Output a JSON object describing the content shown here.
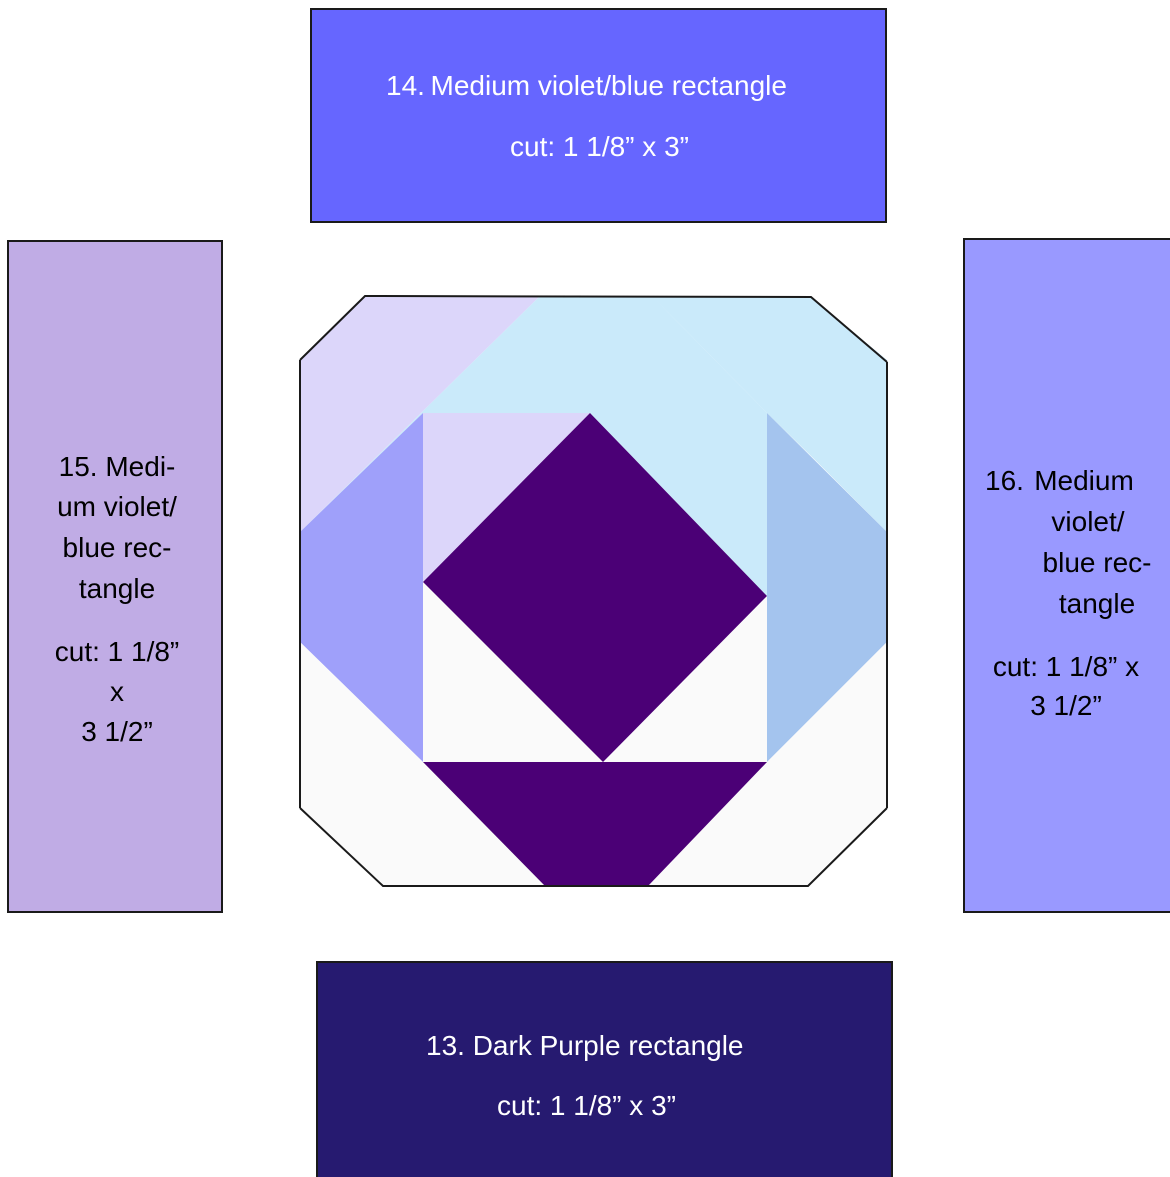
{
  "pieces": {
    "top": {
      "title": "14. Medium violet/blue rectangle",
      "cut": "cut: 1 1/8” x 3”",
      "color": "#6666FF"
    },
    "left": {
      "title_lines": [
        "15. Medi-",
        "um violet/",
        "blue rec-",
        "tangle"
      ],
      "cut_lines": [
        "cut: 1 1/8”",
        "x",
        "3 1/2”"
      ],
      "color": "#C0ACE5"
    },
    "right": {
      "number": "16.",
      "title_lines": [
        "Medium",
        "violet/",
        "blue rec-",
        "tangle"
      ],
      "cut_lines": [
        "cut: 1 1/8” x",
        "3 1/2”"
      ],
      "color": "#9999FF"
    },
    "bottom": {
      "title": "13. Dark Purple rectangle",
      "cut": "cut: 1 1/8” x 3”",
      "color": "#261A70"
    }
  },
  "block_colors": {
    "lavender": "#DCD6FA",
    "light_blue": "#CAEAFA",
    "periwinkle": "#9FA0FA",
    "soft_blue": "#A4C4EE",
    "white": "#FAFAFA",
    "dark_purple": "#4B0076",
    "outline": "#1a1a1a"
  }
}
